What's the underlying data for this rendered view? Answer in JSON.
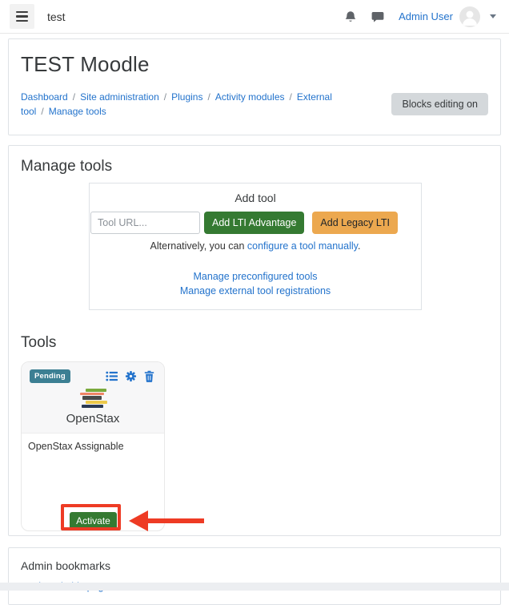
{
  "navbar": {
    "title": "test",
    "user_name": "Admin User"
  },
  "header": {
    "site_title": "TEST Moodle",
    "breadcrumb": [
      "Dashboard",
      "Site administration",
      "Plugins",
      "Activity modules",
      "External tool",
      "Manage tools"
    ],
    "separator": "/",
    "blocks_editing_button": "Blocks editing on"
  },
  "manage_tools": {
    "heading": "Manage tools",
    "add_tool": {
      "title": "Add tool",
      "url_placeholder": "Tool URL...",
      "add_lti_advantage": "Add LTI Advantage",
      "add_legacy_lti": "Add Legacy LTI",
      "alt_prefix": "Alternatively, you can ",
      "alt_link": "configure a tool manually",
      "alt_suffix": ".",
      "links": [
        "Manage preconfigured tools",
        "Manage external tool registrations"
      ]
    }
  },
  "tools": {
    "heading": "Tools",
    "card": {
      "status": "Pending",
      "name": "OpenStax",
      "description": "OpenStax Assignable",
      "activate_button": "Activate"
    }
  },
  "bookmarks": {
    "heading": "Admin bookmarks",
    "link": "Bookmark this page"
  },
  "colors": {
    "link_blue": "#2373cc",
    "success_green": "#357a32",
    "warning_orange": "#eca84f",
    "pending_teal": "#3c7f93",
    "annotation_red": "#ee3b24"
  }
}
